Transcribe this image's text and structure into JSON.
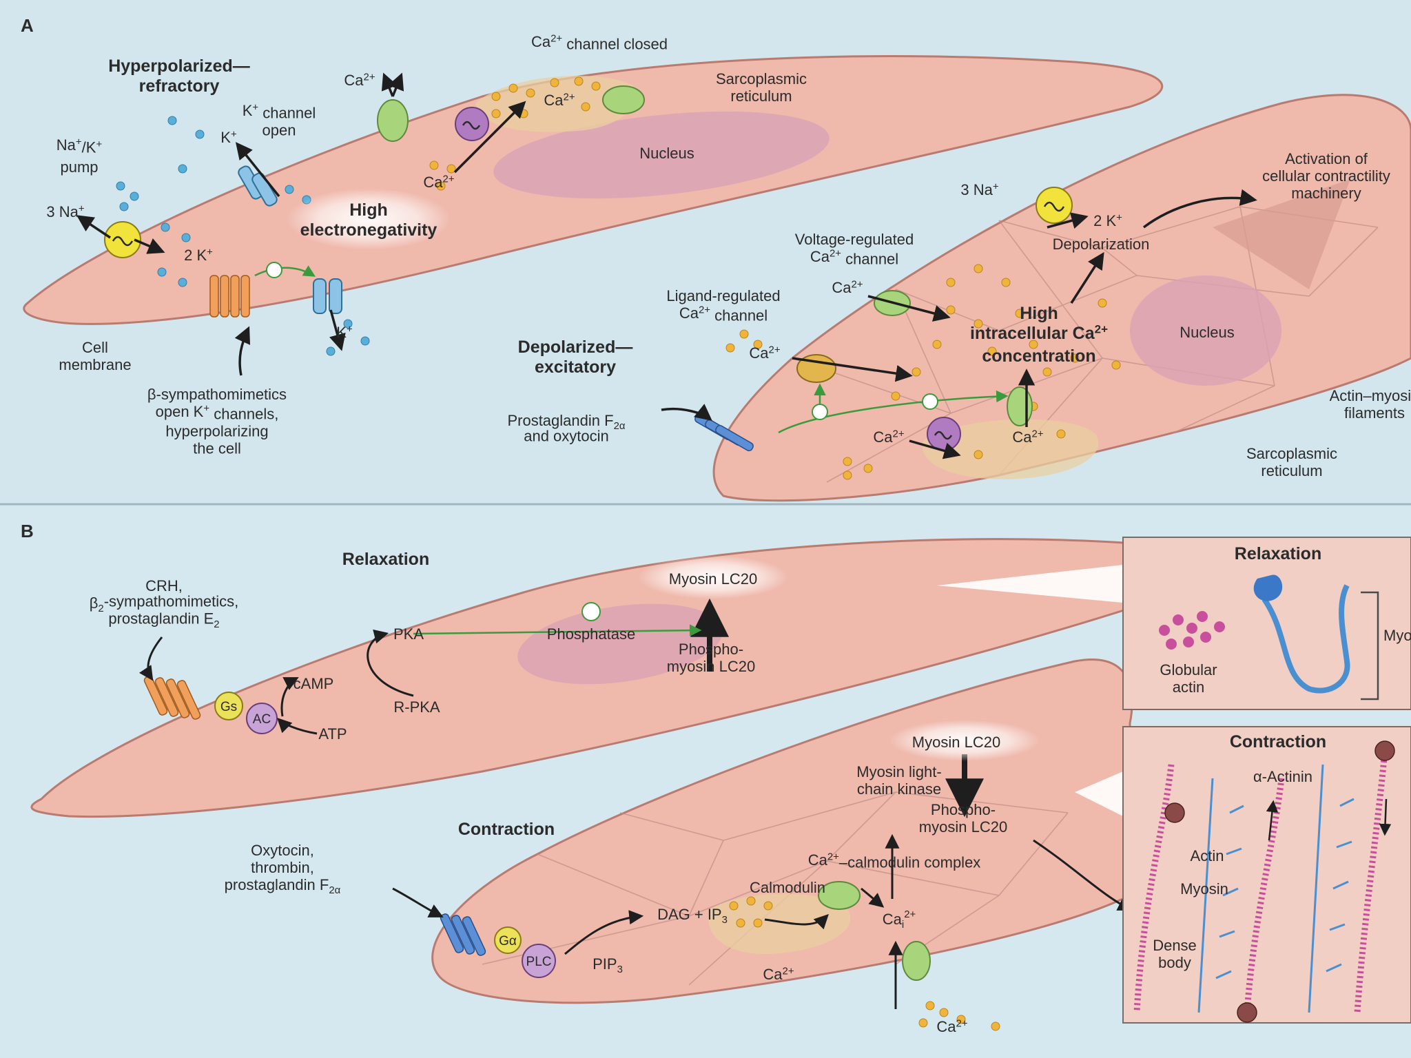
{
  "panels": [
    {
      "id": "A",
      "letter": "A",
      "labels": [
        {
          "key": "ca_channel_closed",
          "lines": [
            "Ca2+ channel closed"
          ]
        },
        {
          "key": "hyperpolarized",
          "lines": [
            "Hyperpolarized—",
            "refractory"
          ]
        },
        {
          "key": "ca_top",
          "lines": [
            "Ca2+"
          ]
        },
        {
          "key": "sarcoplasmic_top",
          "lines": [
            "Sarcoplasmic",
            "reticulum"
          ]
        },
        {
          "key": "ca_sr_top",
          "lines": [
            "Ca2+"
          ]
        },
        {
          "key": "k_channel_open",
          "lines": [
            "K+ channel",
            "open"
          ]
        },
        {
          "key": "k_top",
          "lines": [
            "K+"
          ]
        },
        {
          "key": "nak_pump",
          "lines": [
            "Na+/K+",
            "pump"
          ]
        },
        {
          "key": "nucleus_top",
          "lines": [
            "Nucleus"
          ]
        },
        {
          "key": "three_na_left",
          "lines": [
            "3 Na+"
          ]
        },
        {
          "key": "ca_lower_top",
          "lines": [
            "Ca2+"
          ]
        },
        {
          "key": "high_electroneg",
          "lines": [
            "High",
            "electronegativity"
          ]
        },
        {
          "key": "two_k_left",
          "lines": [
            "2 K+"
          ]
        },
        {
          "key": "k_bottom",
          "lines": [
            "K+"
          ]
        },
        {
          "key": "cell_membrane",
          "lines": [
            "Cell",
            "membrane"
          ]
        },
        {
          "key": "beta_symp",
          "lines": [
            "β-sympathomimetics",
            "open K+ channels,",
            "hyperpolarizing",
            "the cell"
          ]
        },
        {
          "key": "activation",
          "lines": [
            "Activation of",
            "cellular contractility",
            "machinery"
          ]
        },
        {
          "key": "three_na_right",
          "lines": [
            "3 Na+"
          ]
        },
        {
          "key": "two_k_right",
          "lines": [
            "2 K+"
          ]
        },
        {
          "key": "depolarization",
          "lines": [
            "Depolarization"
          ]
        },
        {
          "key": "voltage_reg",
          "lines": [
            "Voltage-regulated",
            "Ca2+ channel"
          ]
        },
        {
          "key": "ca_voltage",
          "lines": [
            "Ca2+"
          ]
        },
        {
          "key": "ligand_reg",
          "lines": [
            "Ligand-regulated",
            "Ca2+ channel"
          ]
        },
        {
          "key": "high_intra",
          "lines": [
            "High",
            "intracellular Ca2+",
            "concentration"
          ]
        },
        {
          "key": "nucleus_right",
          "lines": [
            "Nucleus"
          ]
        },
        {
          "key": "depolarized",
          "lines": [
            "Depolarized—",
            "excitatory"
          ]
        },
        {
          "key": "ca_ligand",
          "lines": [
            "Ca2+"
          ]
        },
        {
          "key": "actin_myo",
          "lines": [
            "Actin–myosin",
            "filaments"
          ]
        },
        {
          "key": "prostaglandin_a",
          "lines": [
            "Prostaglandin F2α",
            "and oxytocin"
          ]
        },
        {
          "key": "ca_sr_bottom_left",
          "lines": [
            "Ca2+"
          ]
        },
        {
          "key": "ca_sr_bottom_right",
          "lines": [
            "Ca2+"
          ]
        },
        {
          "key": "sarcoplasmic_bottom",
          "lines": [
            "Sarcoplasmic",
            "reticulum"
          ]
        }
      ]
    },
    {
      "id": "B",
      "letter": "B",
      "labels": [
        {
          "key": "relaxation",
          "lines": [
            "Relaxation"
          ]
        },
        {
          "key": "crh",
          "lines": [
            "CRH,",
            "β2-sympathomimetics,",
            "prostaglandin E2"
          ]
        },
        {
          "key": "myosin_lc20_top",
          "lines": [
            "Myosin LC20"
          ]
        },
        {
          "key": "pka",
          "lines": [
            "PKA"
          ]
        },
        {
          "key": "phosphatase",
          "lines": [
            "Phosphatase"
          ]
        },
        {
          "key": "phospho_top",
          "lines": [
            "Phospho-",
            "myosin LC20"
          ]
        },
        {
          "key": "camp",
          "lines": [
            "cAMP"
          ]
        },
        {
          "key": "r_pka",
          "lines": [
            "R-PKA"
          ]
        },
        {
          "key": "gs",
          "lines": [
            "Gs"
          ]
        },
        {
          "key": "ac",
          "lines": [
            "AC"
          ]
        },
        {
          "key": "atp",
          "lines": [
            "ATP"
          ]
        },
        {
          "key": "myosin_lc20_bottom",
          "lines": [
            "Myosin LC20"
          ]
        },
        {
          "key": "mlck",
          "lines": [
            "Myosin light-",
            "chain kinase"
          ]
        },
        {
          "key": "contraction",
          "lines": [
            "Contraction"
          ]
        },
        {
          "key": "phospho_bottom",
          "lines": [
            "Phospho-",
            "myosin LC20"
          ]
        },
        {
          "key": "oxytocin",
          "lines": [
            "Oxytocin,",
            "thrombin,",
            "prostaglandin F2α"
          ]
        },
        {
          "key": "ca_calmodulin",
          "lines": [
            "Ca2+–calmodulin complex"
          ]
        },
        {
          "key": "calmodulin",
          "lines": [
            "Calmodulin"
          ]
        },
        {
          "key": "dag",
          "lines": [
            "DAG + IP3"
          ]
        },
        {
          "key": "ga",
          "lines": [
            "Gα"
          ]
        },
        {
          "key": "cai",
          "lines": [
            "Cai2+"
          ]
        },
        {
          "key": "plc",
          "lines": [
            "PLC"
          ]
        },
        {
          "key": "ca_b_sr",
          "lines": [
            "Ca2+"
          ]
        },
        {
          "key": "pip3",
          "lines": [
            "PIP3"
          ]
        },
        {
          "key": "ca_b_bottom",
          "lines": [
            "Ca2+"
          ]
        }
      ]
    }
  ],
  "insets": [
    {
      "id": "relaxation-inset",
      "title": "Relaxation",
      "labels": [
        {
          "key": "globular_actin",
          "lines": [
            "Globular",
            "actin"
          ]
        },
        {
          "key": "myosin_r",
          "lines": [
            "Myosin"
          ]
        }
      ]
    },
    {
      "id": "contraction-inset",
      "title": "Contraction",
      "labels": [
        {
          "key": "alpha_actinin",
          "lines": [
            "α-Actinin"
          ]
        },
        {
          "key": "actin_c",
          "lines": [
            "Actin"
          ]
        },
        {
          "key": "myosin_c",
          "lines": [
            "Myosin"
          ]
        },
        {
          "key": "dense_body",
          "lines": [
            "Dense",
            "body"
          ]
        }
      ]
    }
  ],
  "colors": {
    "background": "#d3e6ee",
    "cell_fill": "#efb9ac",
    "cell_stroke": "#b97a70",
    "calcium": "#f0b43c",
    "potassium": "#5aaed8",
    "channel_green": "#a8d47c",
    "pump": "#f2e23c",
    "arrow_green": "#3b9a3b",
    "actin": "#c84f9c",
    "myosin": "#4a8fd0"
  }
}
